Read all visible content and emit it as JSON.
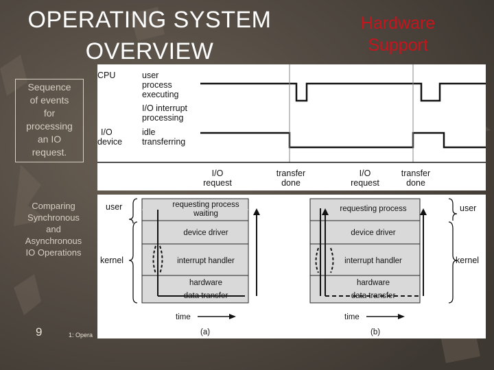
{
  "slide": {
    "title_line1": "OPERATING SYSTEM",
    "title_line2": "OVERVIEW",
    "subtitle_line1": "Hardware",
    "subtitle_line2": "Support",
    "note1": [
      "Sequence",
      "of events",
      "for",
      "processing",
      "an IO",
      "request."
    ],
    "note2": [
      "Comparing",
      "Synchronous",
      "and",
      "Asynchronous",
      "IO Operations"
    ],
    "page_number": "9",
    "footer": "1: Opera"
  },
  "timing_diagram": {
    "cpu_label": "CPU",
    "cpu_states": [
      "user",
      "process",
      "executing",
      "I/O interrupt",
      "processing"
    ],
    "io_label_1": "I/O",
    "io_label_2": "device",
    "io_states": [
      "idle",
      "transferring"
    ],
    "events": [
      {
        "line1": "I/O",
        "line2": "request"
      },
      {
        "line1": "transfer",
        "line2": "done"
      },
      {
        "line1": "I/O",
        "line2": "request"
      },
      {
        "line1": "transfer",
        "line2": "done"
      }
    ]
  },
  "io_comparison": {
    "user_label": "user",
    "kernel_label": "kernel",
    "time_label": "time",
    "sync": {
      "caption": "(a)",
      "layers": [
        "requesting process",
        "waiting",
        "device driver",
        "interrupt handler",
        "hardware",
        "data transfer"
      ]
    },
    "async": {
      "caption": "(b)",
      "layers": [
        "requesting process",
        "device driver",
        "interrupt handler",
        "hardware",
        "data transfer"
      ]
    }
  }
}
